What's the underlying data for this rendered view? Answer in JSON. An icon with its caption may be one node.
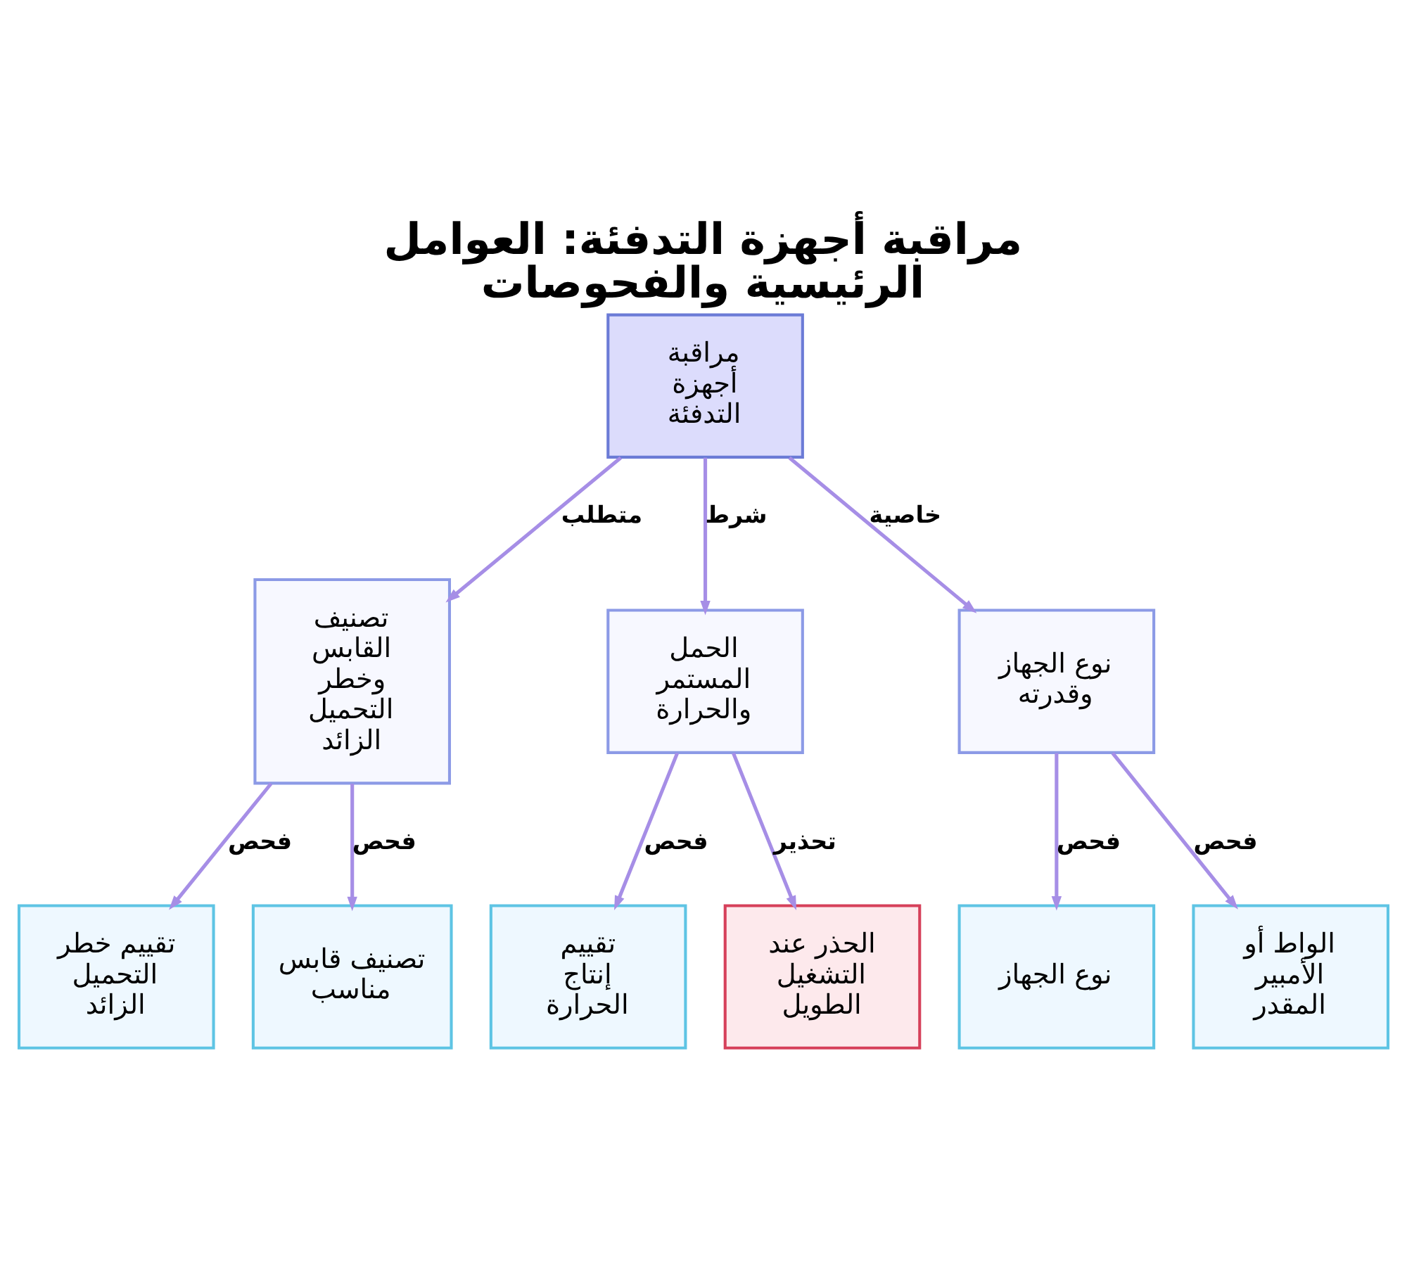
{
  "diagram": {
    "title": "مراقبة أجهزة التدفئة: العوامل الرئيسية والفحوصات",
    "nodes": [
      {
        "text": [
          "مراقبة أجهزة التدفئة"
        ]
      },
      {
        "text": [
          "تصنيف القابس وخطر التحميل الزائد"
        ]
      },
      {
        "text": [
          "الحمل المستمر والحرارة"
        ]
      },
      {
        "text": [
          "نوع الجهاز وقدرته"
        ]
      },
      {
        "text": [
          "تقييم خطر التحميل الزائد"
        ]
      },
      {
        "text": [
          "تصنيف قابس مناسب"
        ]
      },
      {
        "text": [
          "تقييم إنتاج الحرارة"
        ]
      },
      {
        "text": [
          "الحذر عند التشغيل الطويل"
        ]
      },
      {
        "text": [
          "نوع الجهاز"
        ]
      },
      {
        "text": [
          "الواط أو الأمبير المقدر"
        ]
      }
    ],
    "edges": [
      {
        "from": 0,
        "to": 1,
        "arrow": "to",
        "label": "متطلب"
      },
      {
        "from": 0,
        "to": 2,
        "arrow": "to",
        "label": "شرط"
      },
      {
        "from": 0,
        "to": 3,
        "arrow": "to",
        "label": "خاصية"
      },
      {
        "from": 1,
        "to": 4,
        "arrow": "to",
        "label": "فحص"
      },
      {
        "from": 1,
        "to": 5,
        "arrow": "to",
        "label": "فحص"
      },
      {
        "from": 2,
        "to": 6,
        "arrow": "to",
        "label": "فحص"
      },
      {
        "from": 2,
        "to": 7,
        "arrow": "to",
        "label": "تحذير"
      },
      {
        "from": 3,
        "to": 8,
        "arrow": "to",
        "label": "فحص"
      },
      {
        "from": 3,
        "to": 9,
        "arrow": "to",
        "label": "فحص"
      }
    ]
  }
}
